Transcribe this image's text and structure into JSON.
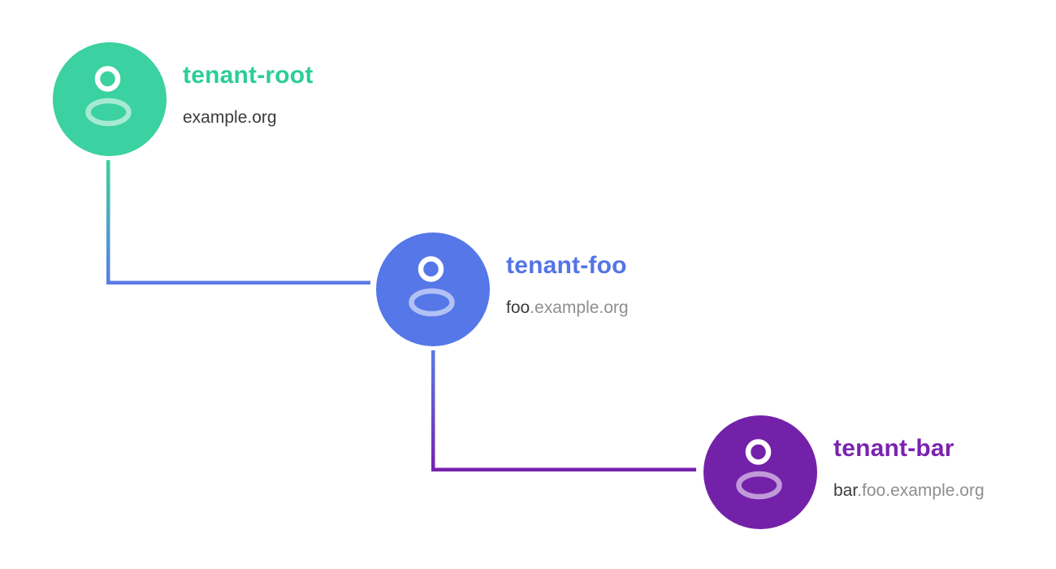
{
  "page": {
    "background": "#ffffff",
    "description": "Tenant hierarchy diagram with three linked tenants"
  },
  "nodes": [
    {
      "id": "tenant-root",
      "label": "tenant-root",
      "domain_primary": "example.org",
      "domain_secondary": "",
      "circle_color": "#3bd1a0",
      "label_color": "#2bcd99"
    },
    {
      "id": "tenant-foo",
      "label": "tenant-foo",
      "domain_primary": "foo",
      "domain_secondary": ".example.org",
      "circle_color": "#5577e8",
      "label_color": "#5474e7"
    },
    {
      "id": "tenant-bar",
      "label": "tenant-bar",
      "domain_primary": "bar",
      "domain_secondary": ".foo.example.org",
      "circle_color": "#7421aa",
      "label_color": "#7a23b0"
    }
  ],
  "connectors": [
    {
      "from": "tenant-root",
      "to": "tenant-foo",
      "start_color": "#3bd1a0",
      "end_color": "#5b7ce6"
    },
    {
      "from": "tenant-foo",
      "to": "tenant-bar",
      "start_color": "#5b7ce6",
      "end_color": "#7522ac"
    }
  ],
  "icon": {
    "avatar_glyph": "person-icon",
    "head_stroke": "#ffffff",
    "body_stroke_opacity": "0.55"
  },
  "text_colors": {
    "domain_primary": "#3b3b3b",
    "domain_secondary": "#8f8f8f"
  }
}
